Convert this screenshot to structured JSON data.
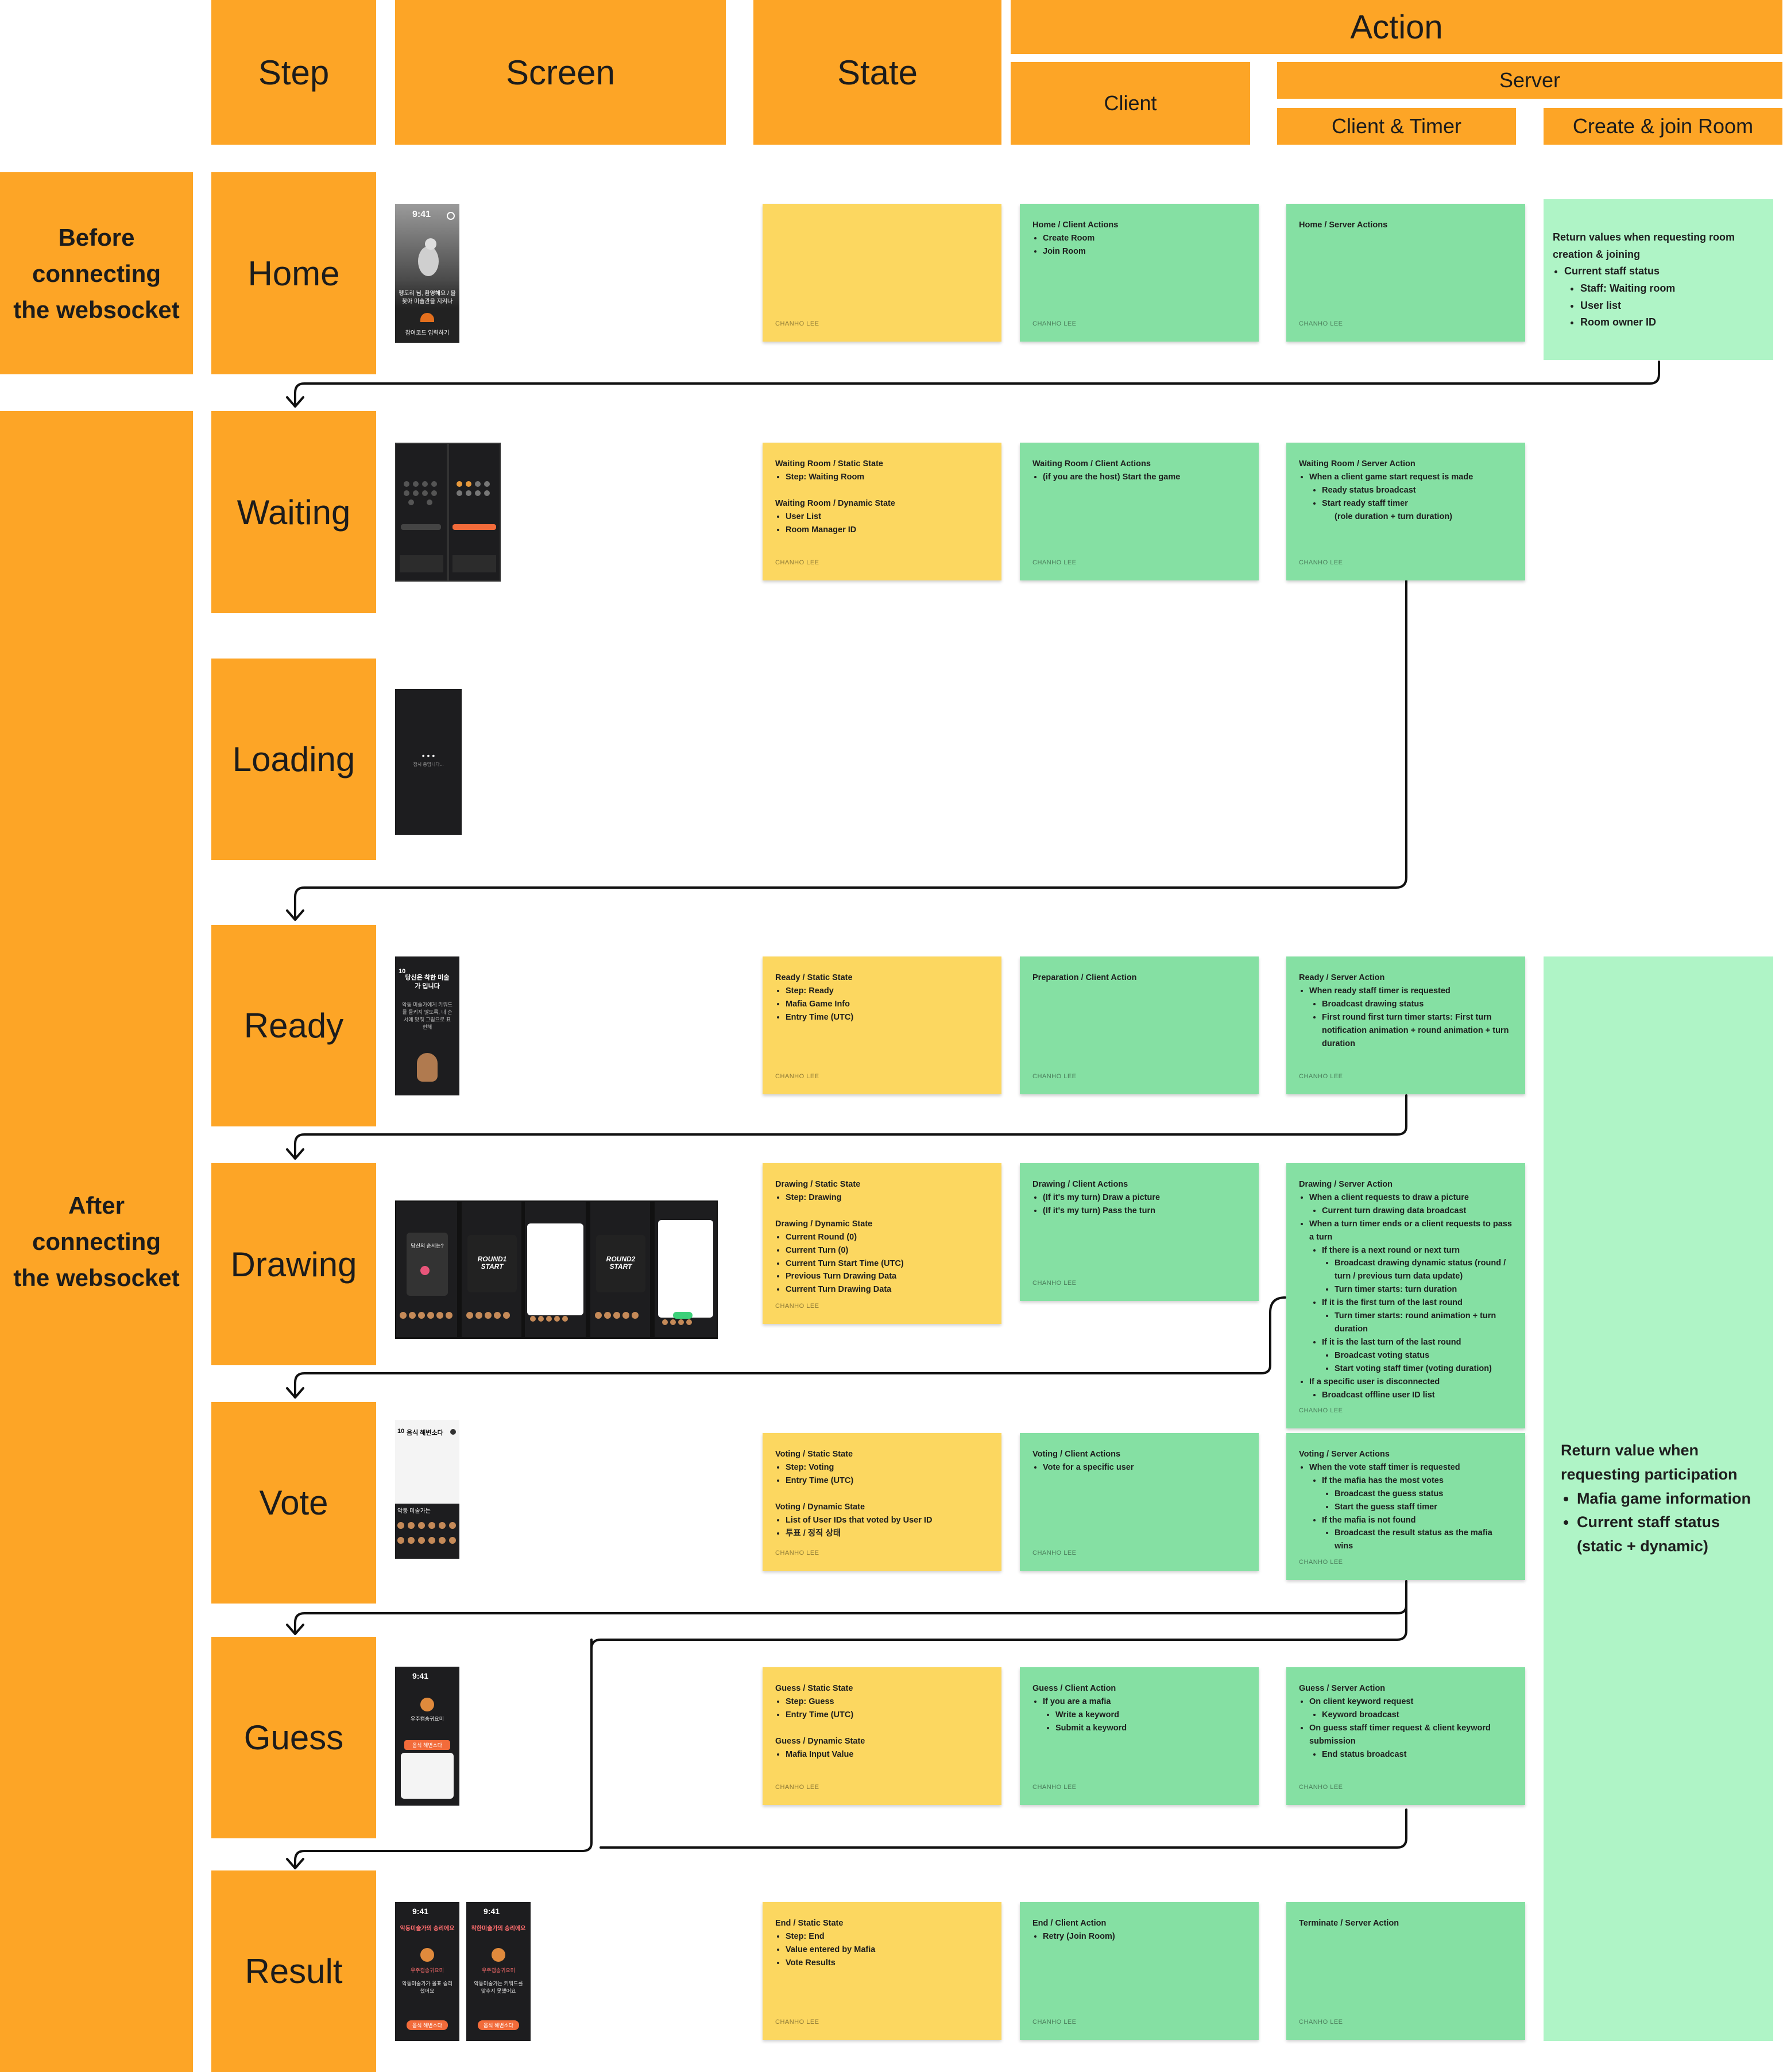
{
  "headers": {
    "step": "Step",
    "screen": "Screen",
    "state": "State",
    "action": "Action",
    "client": "Client",
    "server": "Server",
    "client_timer": "Client & Timer",
    "create_join": "Create & join Room"
  },
  "phases": {
    "before": "Before connecting the websocket",
    "after": "After connecting the websocket"
  },
  "steps": {
    "home": "Home",
    "waiting": "Waiting",
    "loading": "Loading",
    "ready": "Ready",
    "drawing": "Drawing",
    "vote": "Vote",
    "guess": "Guess",
    "result": "Result"
  },
  "author": "CHANHO LEE",
  "notes": {
    "home_client": {
      "title": "Home / Client Actions",
      "items": [
        "Create Room",
        "Join Room"
      ]
    },
    "home_server": {
      "title": "Home / Server Actions"
    },
    "create_join": {
      "title": "Return values when requesting room creation & joining",
      "item": "Current staff status",
      "subitems": [
        "Staff: Waiting room",
        "User list",
        "Room owner ID"
      ]
    },
    "waiting_state": {
      "title1": "Waiting Room / Static State",
      "items1": [
        "Step: Waiting Room"
      ],
      "title2": "Waiting Room / Dynamic State",
      "items2": [
        "User List",
        "Room Manager ID"
      ]
    },
    "waiting_client": {
      "title": "Waiting Room / Client Actions",
      "items": [
        "(if you are the host) Start the game"
      ]
    },
    "waiting_server": {
      "title": "Waiting Room / Server Action",
      "item": "When a client game start request is made",
      "subitems": [
        "Ready status broadcast",
        "Start ready staff timer"
      ],
      "extra": "(role duration + turn duration)"
    },
    "ready_state": {
      "title": "Ready / Static State",
      "items": [
        "Step: Ready",
        "Mafia Game Info",
        "Entry Time (UTC)"
      ]
    },
    "ready_client": {
      "title": "Preparation / Client Action"
    },
    "ready_server": {
      "title": "Ready / Server Action",
      "item": "When ready staff timer is requested",
      "subitems": [
        "Broadcast drawing status",
        "First round first turn timer starts: First turn notification animation + round animation + turn duration"
      ]
    },
    "drawing_state": {
      "title1": "Drawing / Static State",
      "items1": [
        "Step: Drawing"
      ],
      "title2": "Drawing / Dynamic State",
      "items2": [
        "Current Round (0)",
        "Current Turn (0)",
        "Current Turn Start Time (UTC)",
        "Previous Turn Drawing Data",
        "Current Turn Drawing Data"
      ]
    },
    "drawing_client": {
      "title": "Drawing / Client Actions",
      "items": [
        "(If it's my turn) Draw a picture",
        "(If it's my turn) Pass the turn"
      ]
    },
    "drawing_server": {
      "title": "Drawing / Server Action",
      "a": "When a client requests to draw a picture",
      "a1": "Current turn drawing data broadcast",
      "b": "When a turn timer ends or a client requests to pass a turn",
      "b1": "If there is a next round or next turn",
      "b1a": "Broadcast drawing dynamic status (round / turn / previous turn data update)",
      "b1b": "Turn timer starts: turn duration",
      "b2": "If it is the first turn of the last round",
      "b2a": "Turn timer starts: round animation + turn duration",
      "b3": "If it is the last turn of the last round",
      "b3a": "Broadcast voting status",
      "b3b": "Start voting staff timer (voting duration)",
      "c": "If a specific user is disconnected",
      "c1": "Broadcast offline user ID list"
    },
    "vote_state": {
      "title1": "Voting / Static State",
      "items1": [
        "Step: Voting",
        "Entry Time (UTC)"
      ],
      "title2": "Voting / Dynamic State",
      "items2": [
        "List of User IDs that voted by User ID",
        "투표 / 정직 상태"
      ]
    },
    "vote_client": {
      "title": "Voting / Client Actions",
      "items": [
        "Vote for a specific user"
      ]
    },
    "vote_server": {
      "title": "Voting / Server Actions",
      "a": "When the vote staff timer is requested",
      "a1": "If the mafia has the most votes",
      "a1a": "Broadcast the guess status",
      "a1b": "Start the guess staff timer",
      "a2": "If the mafia is not found",
      "a2a": "Broadcast the result status as the mafia wins"
    },
    "participation": {
      "title": "Return value when requesting participation",
      "items": [
        "Mafia game information",
        "Current staff status (static + dynamic)"
      ]
    },
    "guess_state": {
      "title1": "Guess / Static State",
      "items1": [
        "Step: Guess",
        "Entry Time (UTC)"
      ],
      "title2": "Guess / Dynamic State",
      "items2": [
        "Mafia Input Value"
      ]
    },
    "guess_client": {
      "title": "Guess / Client Action",
      "item": "If you are a mafia",
      "subitems": [
        "Write a keyword",
        "Submit a keyword"
      ]
    },
    "guess_server": {
      "title": "Guess / Server Action",
      "a": "On client keyword request",
      "a1": "Keyword broadcast",
      "b": "On guess staff timer request & client keyword submission",
      "b1": "End status broadcast"
    },
    "result_state": {
      "title": "End / Static State",
      "items": [
        "Step: End",
        "Value entered by Mafia",
        "Vote Results"
      ]
    },
    "result_client": {
      "title": "End / Client Action",
      "items": [
        "Retry (Join Room)"
      ]
    },
    "result_server": {
      "title": "Terminate / Server Action"
    }
  },
  "thumbs": {
    "home_time": "9:41",
    "home_text": "펭도리 님, 환영해요 / 을 찾아 미술관을 지켜나",
    "home_button": "참여코드 입력하기",
    "loading_text": "잠시 중입니다...",
    "ready_num": "10",
    "ready_text": "당신은 착한 미술가 입니다",
    "ready_sub": "악동 미술가에게 키워드를 들키지 않도록, 내 순서에 맞춰 그림으로 표현해",
    "drawing_q": "당신의 순서는?",
    "drawing_round1": "ROUND1 START",
    "drawing_round2": "ROUND2 START",
    "vote_num": "10",
    "vote_title": "음식 해변소다",
    "vote_sub": "악동 미술가는",
    "guess_time": "9:41",
    "guess_label": "우주캠송귀요미",
    "guess_keyword": "음식 해변소다",
    "result_time": "9:41",
    "result_a_title": "악동미술가의 승리에요",
    "result_b_title": "착한미술가의 승리에요",
    "result_name": "우주캠송귀요미",
    "result_a_sub": "악동미술가가 몰표 승리했어요",
    "result_b_sub": "악동미술가는 키워드를 맞추지 못했어요",
    "result_keyword": "음식 해변소다"
  },
  "colors": {
    "header": "#FDA526",
    "state_note": "#FCD760",
    "action_note": "#85E0A3",
    "return_note": "#AFF4C6",
    "connector": "#111111"
  }
}
